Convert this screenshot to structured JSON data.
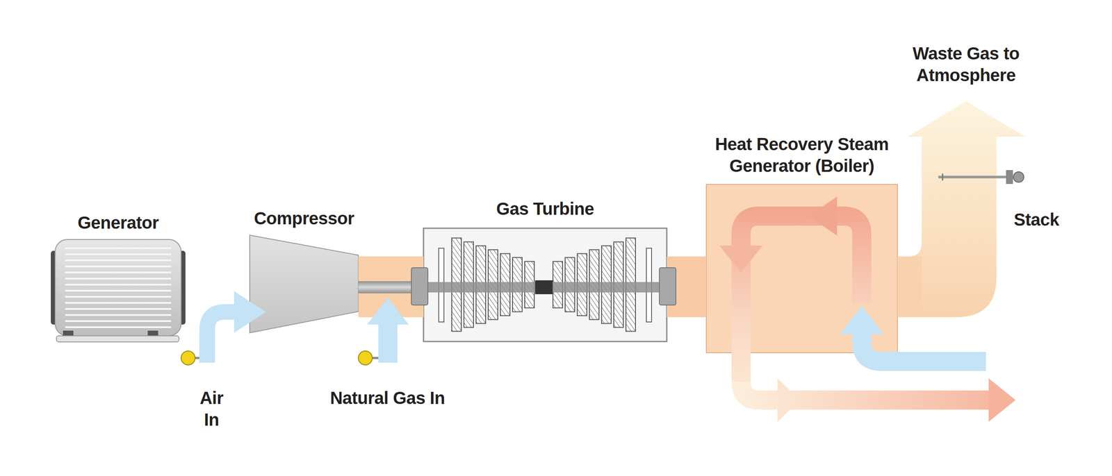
{
  "diagram": {
    "nodes": [
      {
        "text": [
          "Generator"
        ]
      },
      {
        "text": [
          "Compressor"
        ]
      },
      {
        "text": [
          "Gas Turbine"
        ]
      },
      {
        "text": [
          "Heat Recovery Steam Generator (Boiler)"
        ]
      },
      {
        "text": [
          "Stack"
        ]
      }
    ],
    "edges": [
      {
        "from": 0,
        "to": 1,
        "arrow": "none"
      },
      {
        "from": 1,
        "to": 2,
        "arrow": "none"
      },
      {
        "from": 2,
        "to": 3,
        "arrow": "none"
      },
      {
        "from": 3,
        "to": 4,
        "arrow": "none"
      }
    ],
    "labels": [
      "Waste Gas to Atmosphere",
      "Air In",
      "Natural Gas In"
    ]
  }
}
